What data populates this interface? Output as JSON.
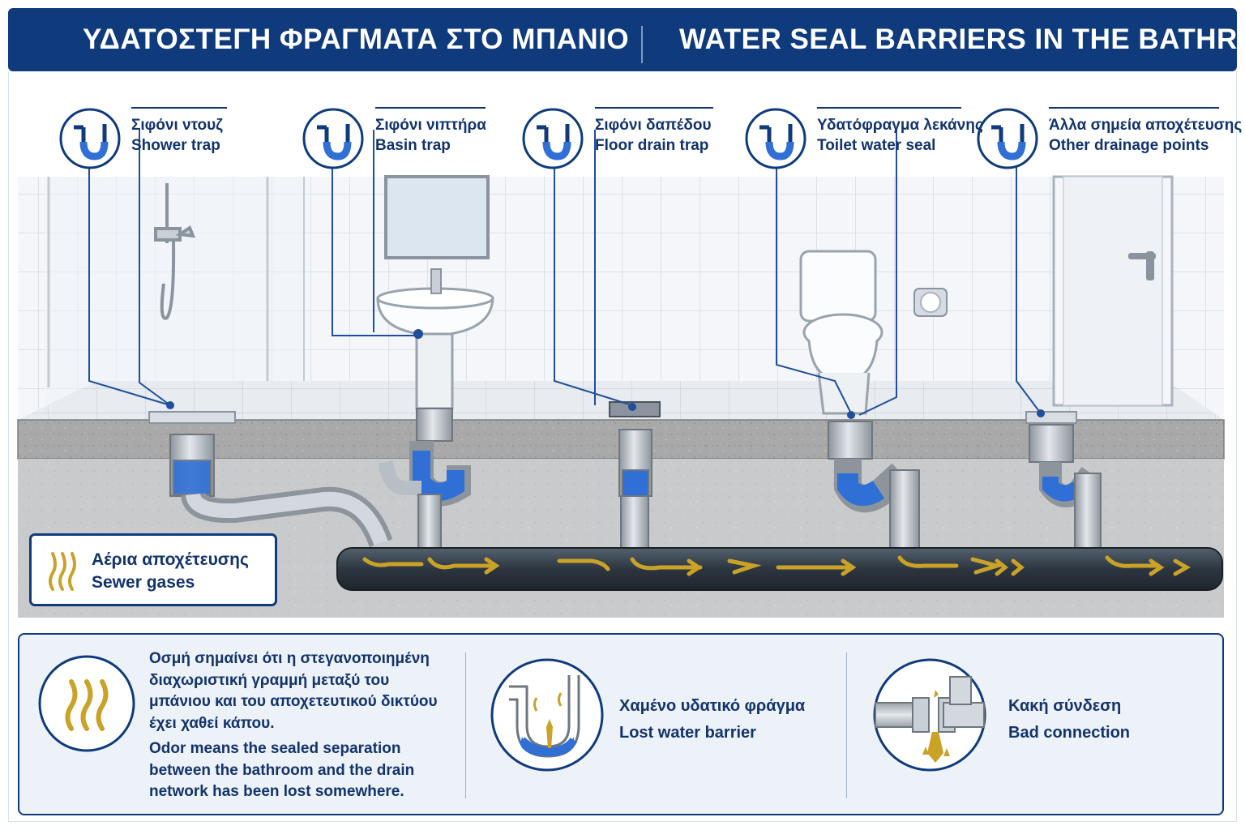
{
  "header": {
    "title_el": "ΥΔΑΤΟΣΤΕΓΗ ΦΡΑΓΜΑΤΑ ΣΤΟ ΜΠΑΝΙΟ",
    "title_en": "WATER SEAL BARRIERS IN THE BATHROOM"
  },
  "traps": [
    {
      "el": "Σιφόνι ντουζ",
      "en": "Shower trap"
    },
    {
      "el": "Σιφόνι νιπτήρα",
      "en": "Basin trap"
    },
    {
      "el": "Σιφόνι δαπέδου",
      "en": "Floor drain trap"
    },
    {
      "el": "Υδατόφραγμα λεκάνης",
      "en": "Toilet water seal"
    },
    {
      "el": "Άλλα σημεία αποχέτευσης",
      "en": "Other drainage points"
    }
  ],
  "legend": {
    "el": "Αέρια αποχέτευσης",
    "en": "Sewer gases",
    "icon": "sewer-gas-icon"
  },
  "explanation": {
    "el_lines": [
      "Οσμή σημαίνει ότι η στεγανοποιημένη",
      "διαχωριστική γραμμή μεταξύ του",
      "μπάνιου και του αποχετευτικού δικτύου",
      "έχει χαθεί κάπου."
    ],
    "en_lines": [
      "Odor means the sealed separation",
      "between the bathroom and the drain",
      "network has been lost somewhere."
    ]
  },
  "causes": [
    {
      "el": "Χαμένο υδατικό φράγμα",
      "en": "Lost water barrier",
      "icon": "lost-water-barrier-icon"
    },
    {
      "el": "Κακή σύνδεση",
      "en": "Bad connection",
      "icon": "bad-connection-icon"
    }
  ],
  "colors": {
    "navy": "#0f3b7c",
    "water": "#2f6fd6",
    "gas": "#c9a227",
    "concrete": "#9d9d9d"
  }
}
